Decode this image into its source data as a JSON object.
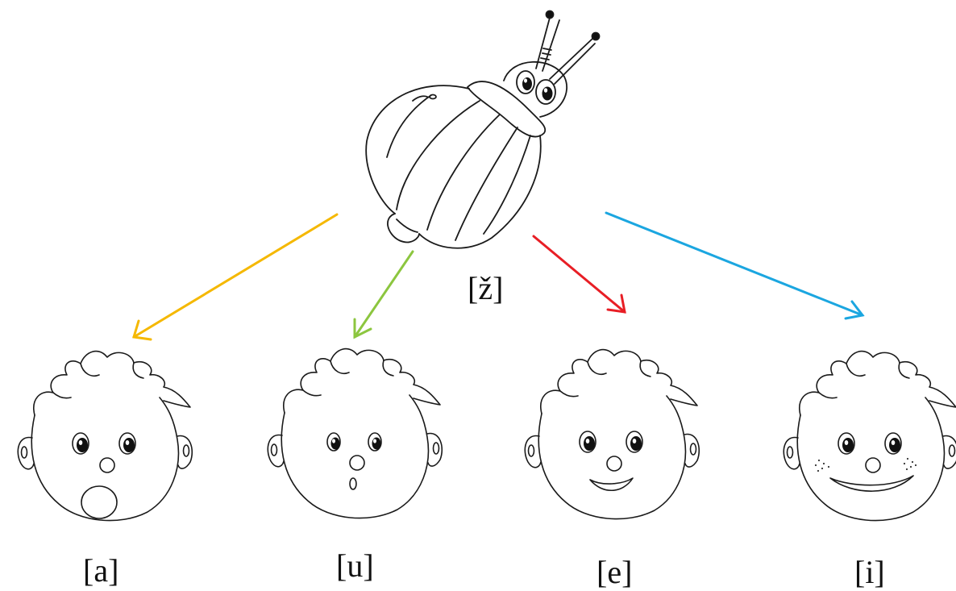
{
  "beetle": {
    "label": "[ž]",
    "icon": "beetle-icon"
  },
  "faces": [
    {
      "label": "[a]",
      "mouth": "open-round",
      "icon": "boy-face-a-icon"
    },
    {
      "label": "[u]",
      "mouth": "small-o",
      "icon": "boy-face-u-icon"
    },
    {
      "label": "[e]",
      "mouth": "smile",
      "icon": "boy-face-e-icon"
    },
    {
      "label": "[i]",
      "mouth": "wide-smile",
      "icon": "boy-face-i-icon"
    }
  ],
  "arrows": [
    {
      "to": "[a]",
      "color": "#F5B800"
    },
    {
      "to": "[u]",
      "color": "#8CC63F"
    },
    {
      "to": "[e]",
      "color": "#E81E25"
    },
    {
      "to": "[i]",
      "color": "#1BA6E0"
    }
  ]
}
